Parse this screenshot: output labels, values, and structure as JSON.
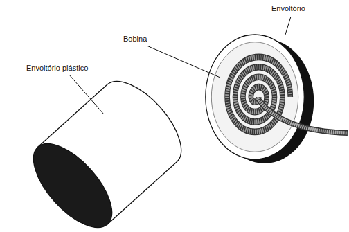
{
  "diagram": {
    "labels": [
      "Envoltório",
      "Bobina",
      "Envoltório plástico"
    ]
  }
}
